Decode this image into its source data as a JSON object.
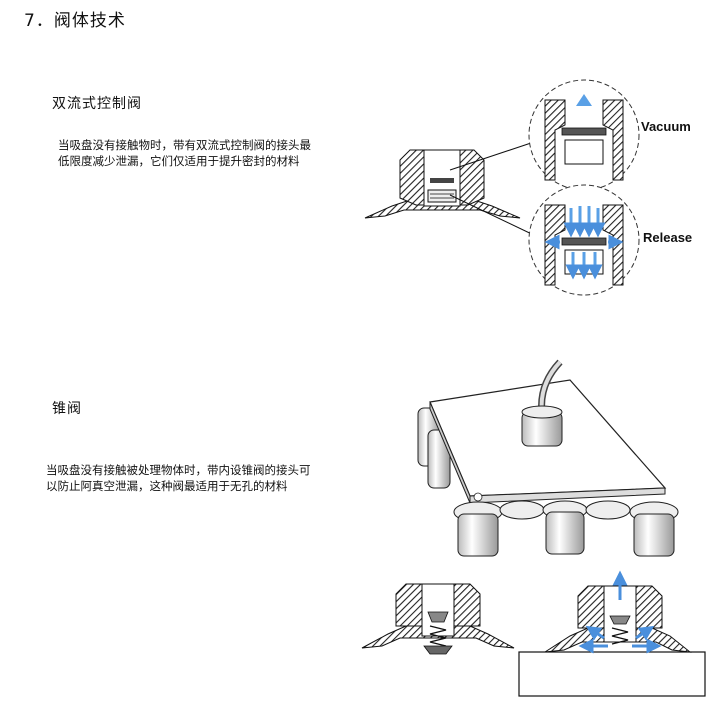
{
  "page_title": "7．阀体技术",
  "sections": [
    {
      "title": "双流式控制阀",
      "desc_line1": "当吸盘没有接触物时，带有双流式控制阀的接头最",
      "desc_line2": "低限度减少泄漏，它们仅适用于提升密封的材料",
      "label_top": "Vacuum",
      "label_bottom": "Release"
    },
    {
      "title": "锥阀",
      "desc_line1": "当吸盘没有接触被处理物体时，带内设锥阀的接头可",
      "desc_line2": "以防止阿真空泄漏，这种阀最适用于无孔的材料"
    }
  ],
  "colors": {
    "hatch": "#333333",
    "arrow_blue": "#5aa0e6",
    "bg": "#ffffff"
  }
}
